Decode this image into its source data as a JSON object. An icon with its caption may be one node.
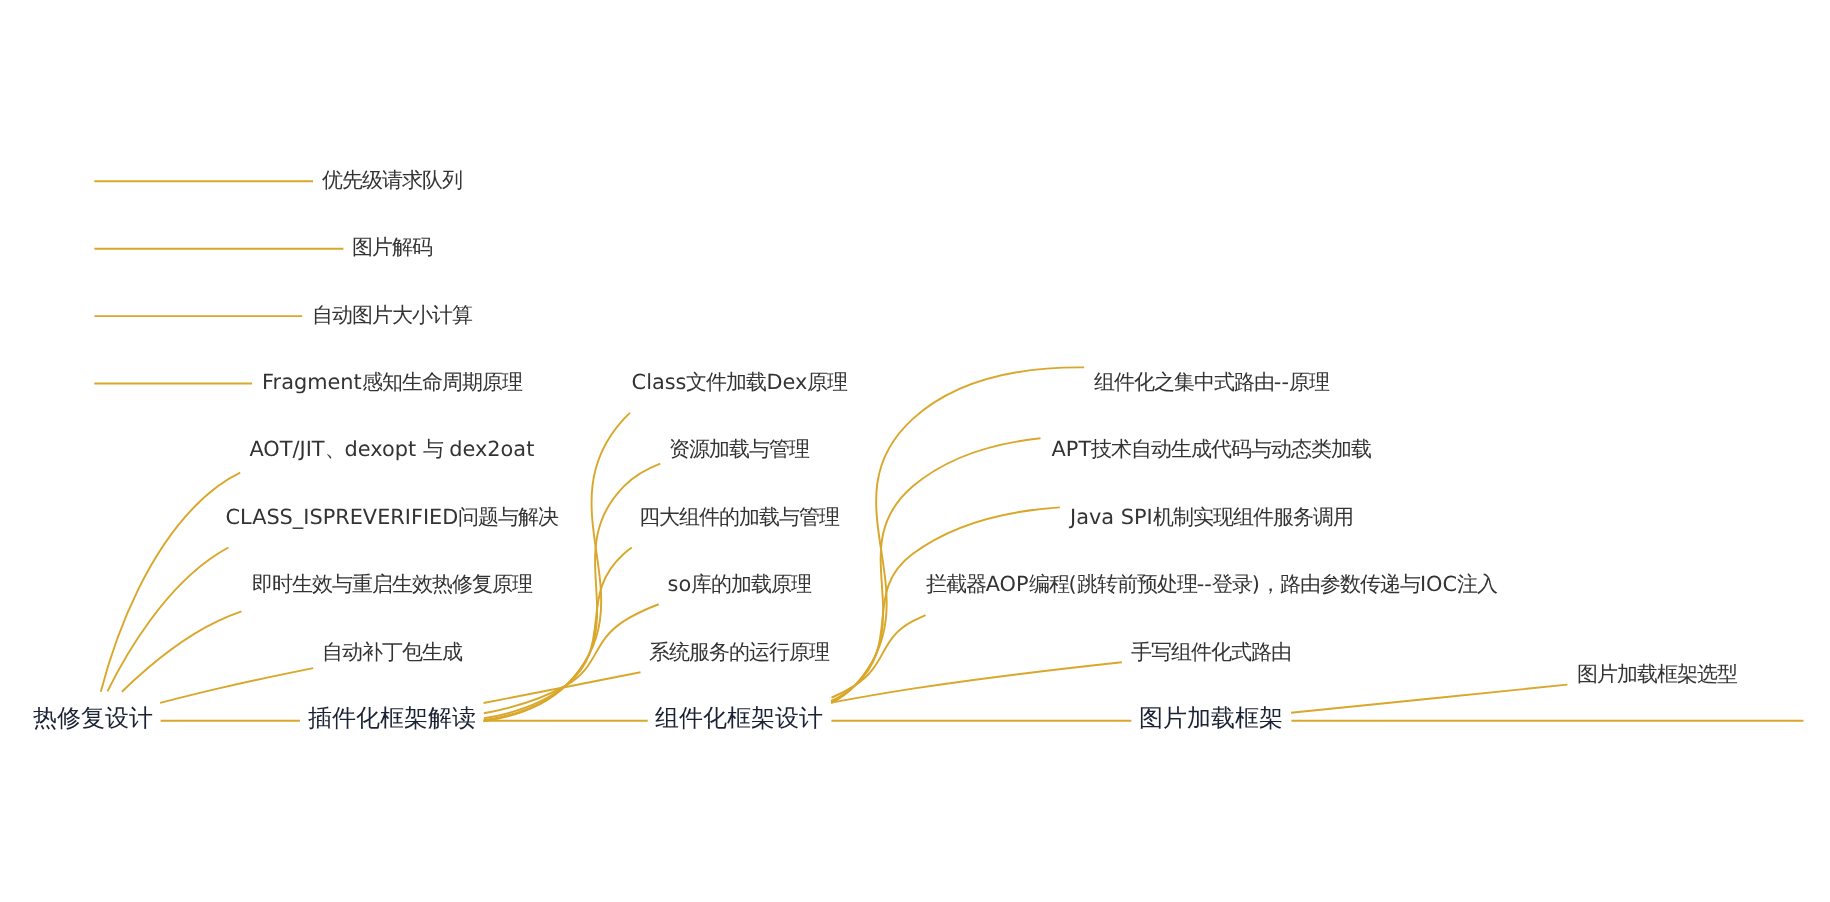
{
  "diagram": {
    "nodes": [
      {
        "text": [
          "热修复设计"
        ]
      },
      {
        "text": [
          "AOT/JIT、dexopt 与 dex2oat"
        ]
      },
      {
        "text": [
          "CLASS_ISPREVERIFIED问题与解决"
        ]
      },
      {
        "text": [
          "即时生效与重启生效热修复原理"
        ]
      },
      {
        "text": [
          "自动补丁包生成"
        ]
      },
      {
        "text": [
          "插件化框架解读"
        ]
      },
      {
        "text": [
          "Class文件加载Dex原理"
        ]
      },
      {
        "text": [
          "资源加载与管理"
        ]
      },
      {
        "text": [
          "四大组件的加载与管理"
        ]
      },
      {
        "text": [
          "so库的加载原理"
        ]
      },
      {
        "text": [
          "系统服务的运行原理"
        ]
      },
      {
        "text": [
          "组件化框架设计"
        ]
      },
      {
        "text": [
          "组件化之集中式路由--原理"
        ]
      },
      {
        "text": [
          "APT技术自动生成代码与动态类加载"
        ]
      },
      {
        "text": [
          "Java SPI机制实现组件服务调用"
        ]
      },
      {
        "text": [
          "拦截器AOP编程(跳转前预处理--登录)，路由参数传递与IOC注入"
        ]
      },
      {
        "text": [
          "手写组件化式路由"
        ]
      },
      {
        "text": [
          "图片加载框架"
        ]
      },
      {
        "text": [
          "图片加载框架选型"
        ]
      },
      {
        "text": [
          "Fragment感知生命周期原理"
        ]
      },
      {
        "text": [
          "自动图片大小计算"
        ]
      },
      {
        "text": [
          "图片解码"
        ]
      },
      {
        "text": [
          "优先级请求队列"
        ]
      }
    ],
    "edges": [
      {
        "from": 0,
        "to": 5,
        "arrow": "none"
      },
      {
        "from": 5,
        "to": 11,
        "arrow": "none"
      },
      {
        "from": 11,
        "to": 17,
        "arrow": "none"
      },
      {
        "from": 17,
        "to": null,
        "arrow": "none"
      },
      {
        "from": 0,
        "to": 1,
        "arrow": "none"
      },
      {
        "from": 0,
        "to": 2,
        "arrow": "none"
      },
      {
        "from": 0,
        "to": 3,
        "arrow": "none"
      },
      {
        "from": 0,
        "to": 4,
        "arrow": "none"
      },
      {
        "from": 5,
        "to": 6,
        "arrow": "none"
      },
      {
        "from": 5,
        "to": 7,
        "arrow": "none"
      },
      {
        "from": 5,
        "to": 8,
        "arrow": "none"
      },
      {
        "from": 5,
        "to": 9,
        "arrow": "none"
      },
      {
        "from": 5,
        "to": 10,
        "arrow": "none"
      },
      {
        "from": 11,
        "to": 12,
        "arrow": "none"
      },
      {
        "from": 11,
        "to": 13,
        "arrow": "none"
      },
      {
        "from": 11,
        "to": 14,
        "arrow": "none"
      },
      {
        "from": 11,
        "to": 15,
        "arrow": "none"
      },
      {
        "from": 11,
        "to": 16,
        "arrow": "none"
      },
      {
        "from": 17,
        "to": 18,
        "arrow": "none"
      },
      {
        "from": null,
        "to": 19,
        "arrow": "none"
      },
      {
        "from": null,
        "to": 20,
        "arrow": "none"
      },
      {
        "from": null,
        "to": 21,
        "arrow": "none"
      },
      {
        "from": null,
        "to": 22,
        "arrow": "none"
      }
    ]
  }
}
